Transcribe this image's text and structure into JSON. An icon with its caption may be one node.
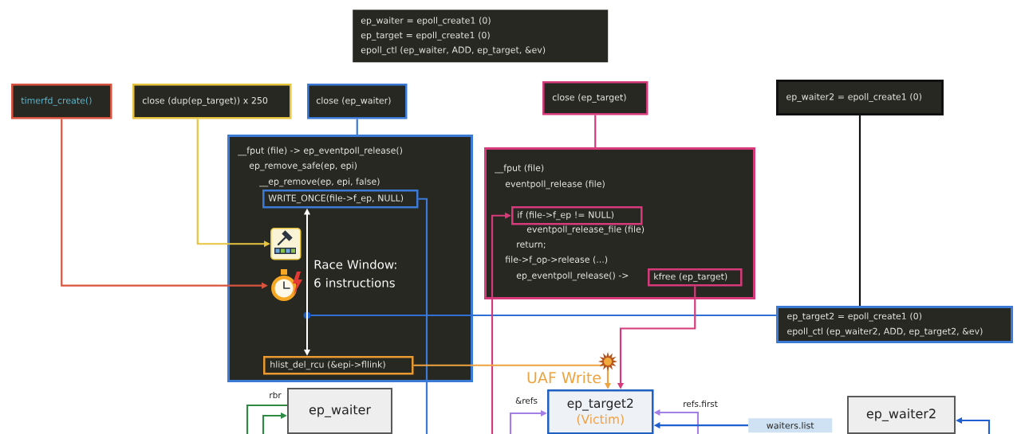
{
  "diagram": {
    "nodes": [
      {
        "text": [
          "ep_waiter = epoll_create1 (0)",
          "ep_target = epoll_create1 (0)",
          "epoll_ctl (ep_waiter, ADD, ep_target, &ev)"
        ]
      },
      {
        "text": [
          "timerfd_create()"
        ]
      },
      {
        "text": [
          "close (dup(ep_target)) x 250"
        ]
      },
      {
        "text": [
          "close (ep_waiter)"
        ]
      },
      {
        "text": [
          "close (ep_target)"
        ]
      },
      {
        "text": [
          "ep_waiter2 = epoll_create1 (0)"
        ]
      },
      {
        "text": [
          "__fput (file) -> ep_eventpoll_release()",
          "ep_remove_safe(ep, epi)",
          "__ep_remove(ep, epi, false)"
        ]
      },
      {
        "text": [
          "WRITE_ONCE(file->f_ep, NULL)"
        ],
        "in": 6
      },
      {
        "text": [],
        "shape": "picture",
        "in": 6
      },
      {
        "text": [],
        "shape": "picture",
        "in": 6
      },
      {
        "text": [],
        "shape": "circle",
        "in": 6
      },
      {
        "text": [
          "hlist_del_rcu (&epi->fllink)"
        ],
        "in": 6
      },
      {
        "text": [
          "__fput (file)",
          "eventpoll_release (file)",
          "eventpoll_release_file (file)",
          "return;",
          "file->f_op->release (...)",
          "ep_eventpoll_release() ->"
        ]
      },
      {
        "text": [
          "if (file->f_ep != NULL)"
        ],
        "in": 12
      },
      {
        "text": [
          "kfree (ep_target)"
        ],
        "in": 12
      },
      {
        "text": [
          "ep_target2 = epoll_create1 (0)",
          "epoll_ctl (ep_waiter2, ADD, ep_target2, &ev)"
        ]
      },
      {
        "text": [
          "ep_waiter"
        ]
      },
      {
        "text": [
          "ep_target2",
          "(Victim)"
        ]
      },
      {
        "text": [
          "waiters.list"
        ]
      },
      {
        "text": [
          "ep_waiter2"
        ]
      }
    ],
    "edges": [
      {
        "from": 1,
        "to": 9,
        "arrow": "to",
        "color": "#d9533f"
      },
      {
        "from": 2,
        "to": 8,
        "arrow": "to",
        "color": "#e6c440"
      },
      {
        "from": 3,
        "to": 6,
        "arrow": "none",
        "color": "#3c7ad8"
      },
      {
        "from": 4,
        "to": 12,
        "arrow": "none",
        "color": "#d63a7a"
      },
      {
        "from": 5,
        "to": 15,
        "arrow": "none",
        "color": "#111111"
      },
      {
        "from": 7,
        "to": 11,
        "arrow": "both",
        "label": "Race Window: 6 instructions",
        "color": "#ffffff"
      },
      {
        "from": 15,
        "to": 10,
        "arrow": "none",
        "color": "#2f6fd6"
      },
      {
        "from": 7,
        "to": null,
        "arrow": "none",
        "color": "#3c7ad8"
      },
      {
        "from": null,
        "to": 13,
        "arrow": "to",
        "color": "#d63a7a"
      },
      {
        "from": 14,
        "to": 17,
        "arrow": "to",
        "color": "#d63a7a"
      },
      {
        "from": 11,
        "to": 17,
        "arrow": "to",
        "label": "UAF Write",
        "color": "#eda33f"
      },
      {
        "from": 16,
        "to": null,
        "arrow": "none",
        "label": "rbr",
        "color": "#2e8b44"
      },
      {
        "from": null,
        "to": 16,
        "arrow": "to",
        "color": "#2e8b44"
      },
      {
        "from": null,
        "to": 17,
        "arrow": "to",
        "label": "&refs",
        "color": "#a37fe6"
      },
      {
        "from": null,
        "to": 17,
        "arrow": "to",
        "label": "refs.first",
        "color": "#a37fe6"
      },
      {
        "from": 18,
        "to": 17,
        "arrow": "to",
        "color": "#1f5fcf"
      },
      {
        "from": null,
        "to": 19,
        "arrow": "to",
        "color": "#1f5fcf"
      }
    ]
  }
}
